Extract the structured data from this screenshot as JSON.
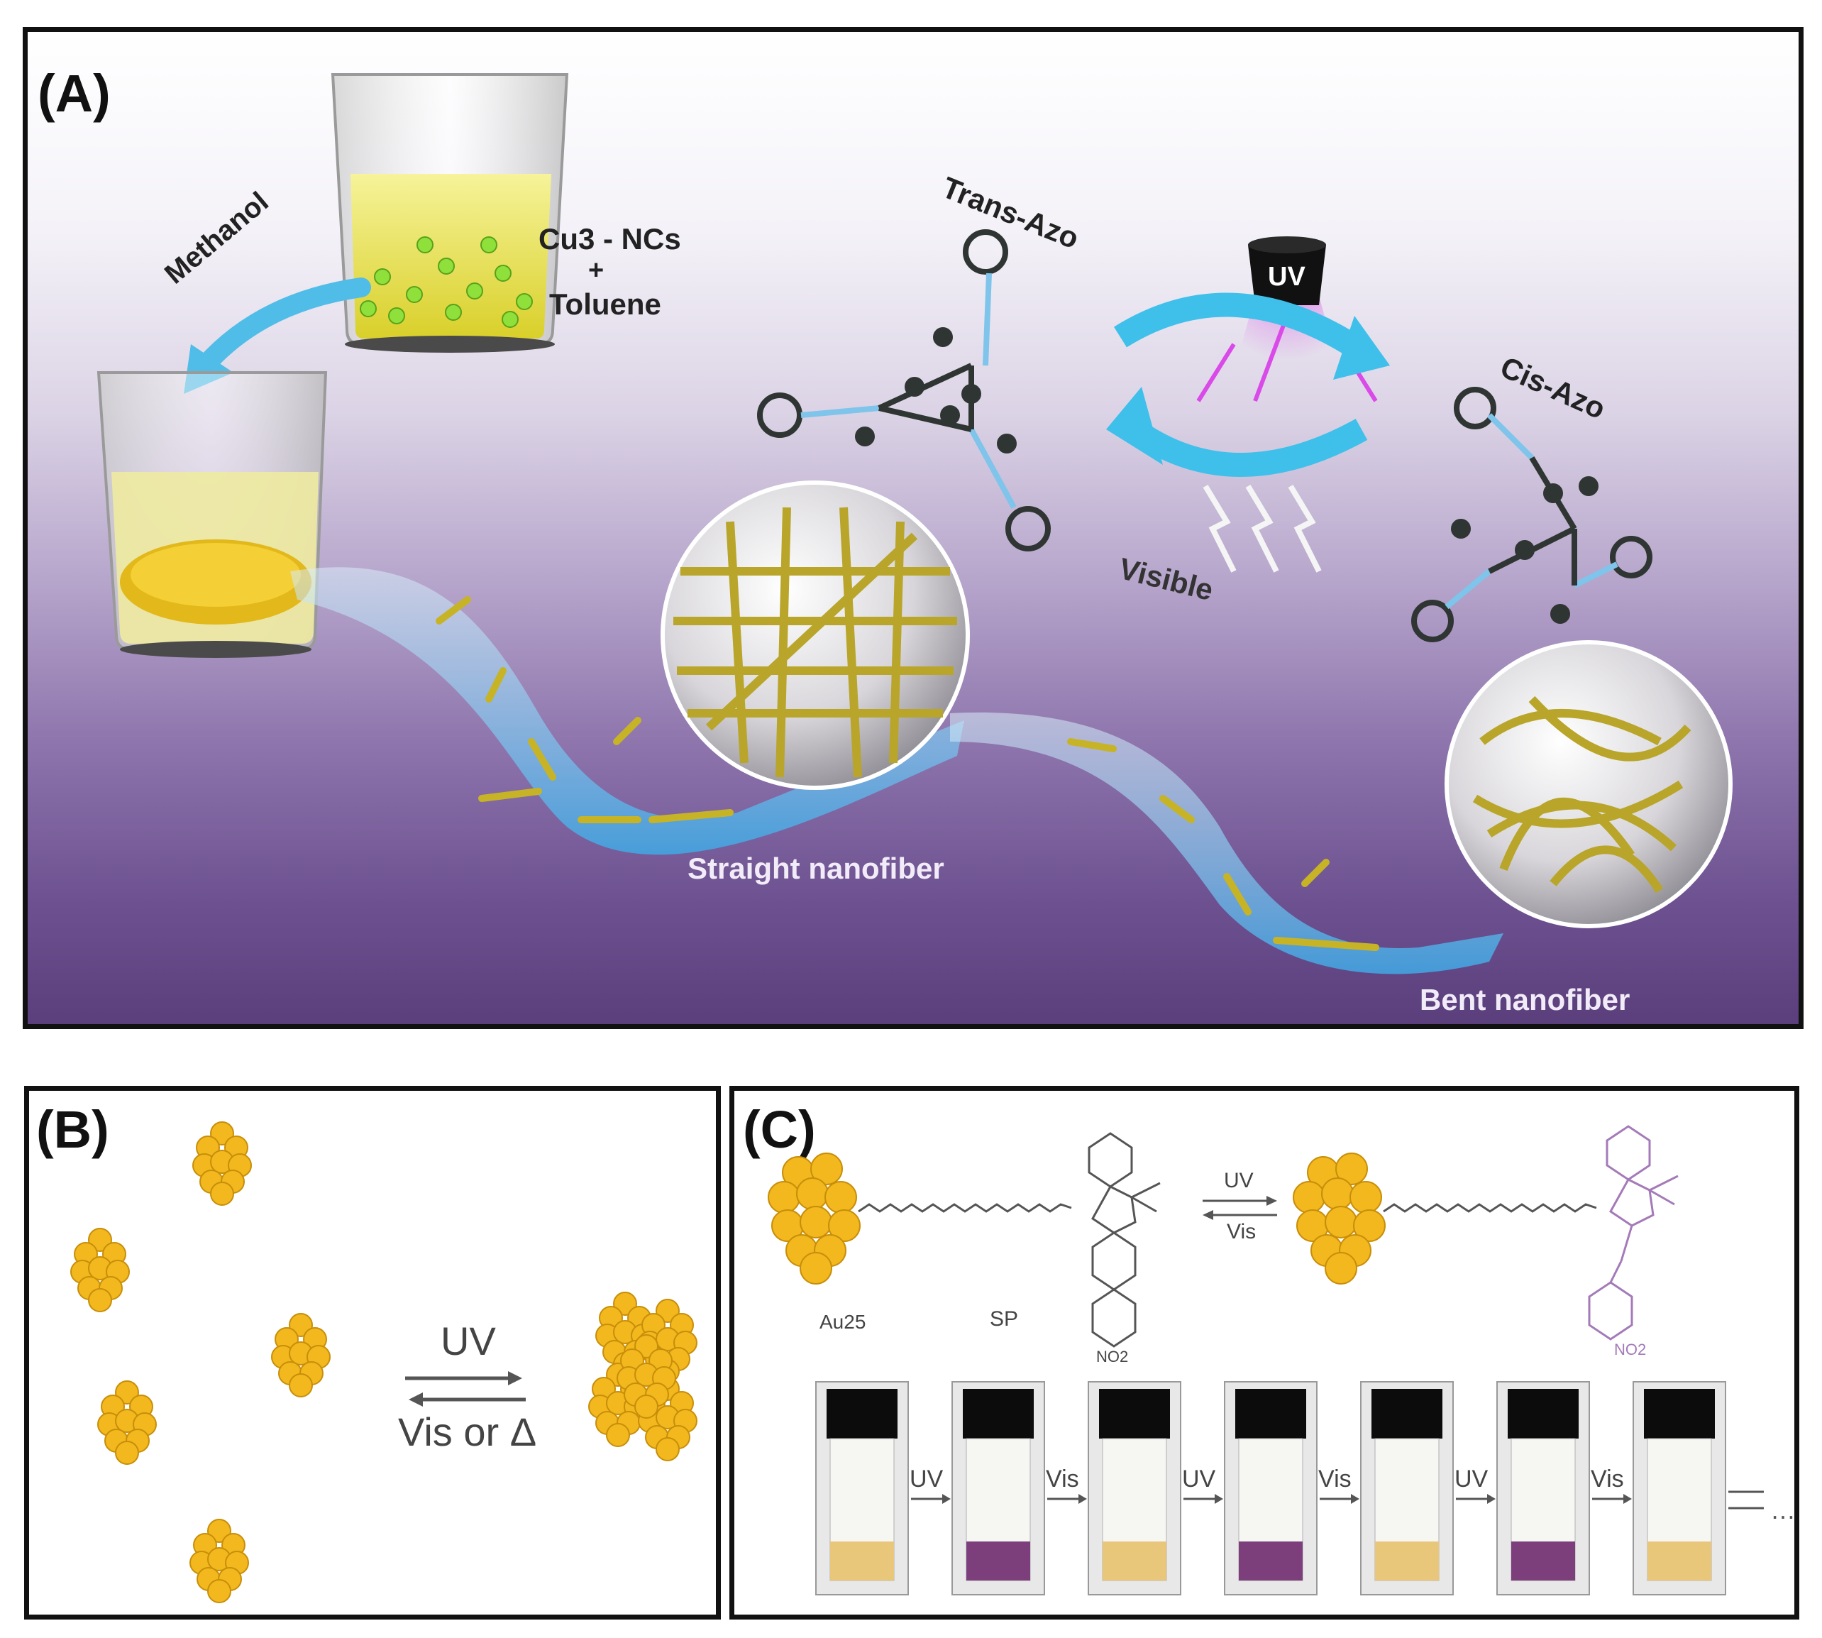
{
  "panels": {
    "a": {
      "label": "(A)",
      "methanol": "Methanol",
      "cu_ncs": "Cu3 - NCs",
      "plus": "+",
      "toluene": "Toluene",
      "trans_azo": "Trans-Azo",
      "uv": "UV",
      "cis_azo": "Cis-Azo",
      "visible": "Visible",
      "straight": "Straight nanofiber",
      "bent": "Bent nanofiber"
    },
    "b": {
      "label": "(B)",
      "uv": "UV",
      "vis": "Vis or Δ"
    },
    "c": {
      "label": "(C)",
      "au": "Au25",
      "sp": "SP",
      "uv": "UV",
      "vis": "Vis",
      "no2": "NO2",
      "vial_steps": [
        "UV",
        "Vis",
        "UV",
        "Vis",
        "UV",
        "Vis"
      ],
      "ellipsis": "…",
      "vial_colors": [
        "#e8c77a",
        "#7c3f7c",
        "#e8c77a",
        "#7c3f7c",
        "#e8c77a",
        "#7c3f7c",
        "#e8c77a"
      ]
    }
  }
}
